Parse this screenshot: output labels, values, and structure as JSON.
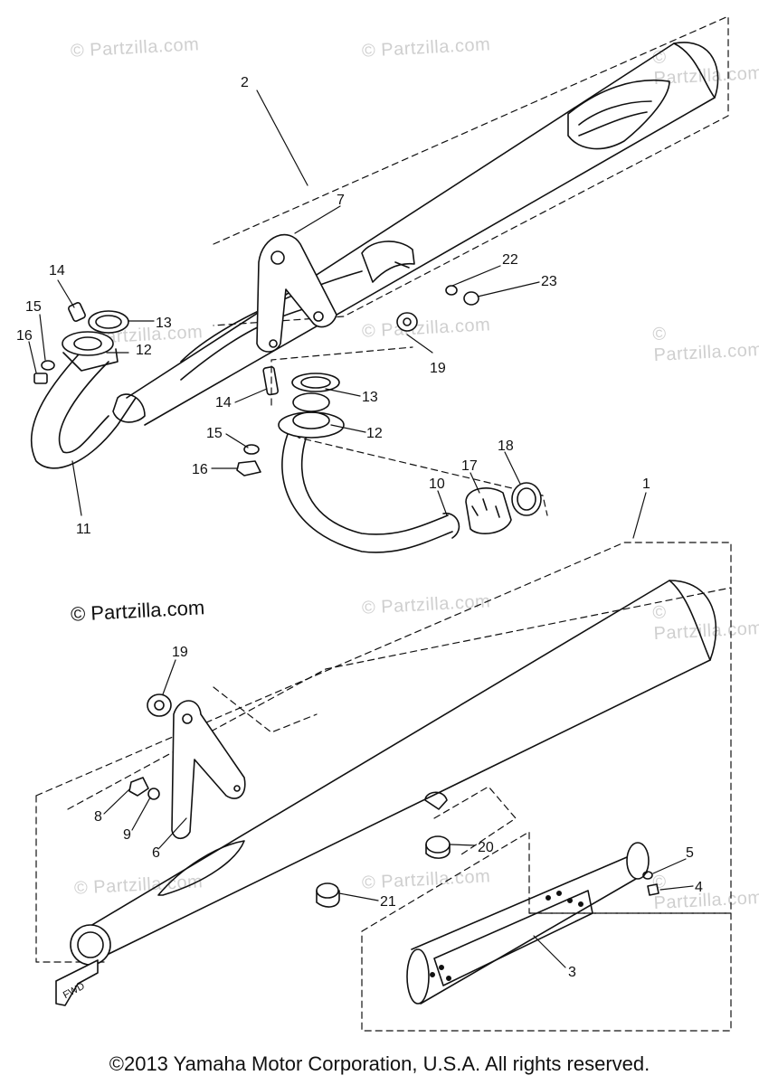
{
  "watermark": "© Partzilla.com",
  "brand_label": "© Partzilla.com",
  "copyright": "©2013 Yamaha Motor Corporation, U.S.A. All rights reserved.",
  "fwd_label": "FWD",
  "callouts": {
    "c1": "1",
    "c2": "2",
    "c3": "3",
    "c4": "4",
    "c5": "5",
    "c6": "6",
    "c7": "7",
    "c8": "8",
    "c9": "9",
    "c10": "10",
    "c11": "11",
    "c12a": "12",
    "c12b": "12",
    "c13a": "13",
    "c13b": "13",
    "c14a": "14",
    "c14b": "14",
    "c15a": "15",
    "c15b": "15",
    "c16a": "16",
    "c16b": "16",
    "c17": "17",
    "c18": "18",
    "c19a": "19",
    "c19b": "19",
    "c20": "20",
    "c21": "21",
    "c22": "22",
    "c23": "23"
  }
}
